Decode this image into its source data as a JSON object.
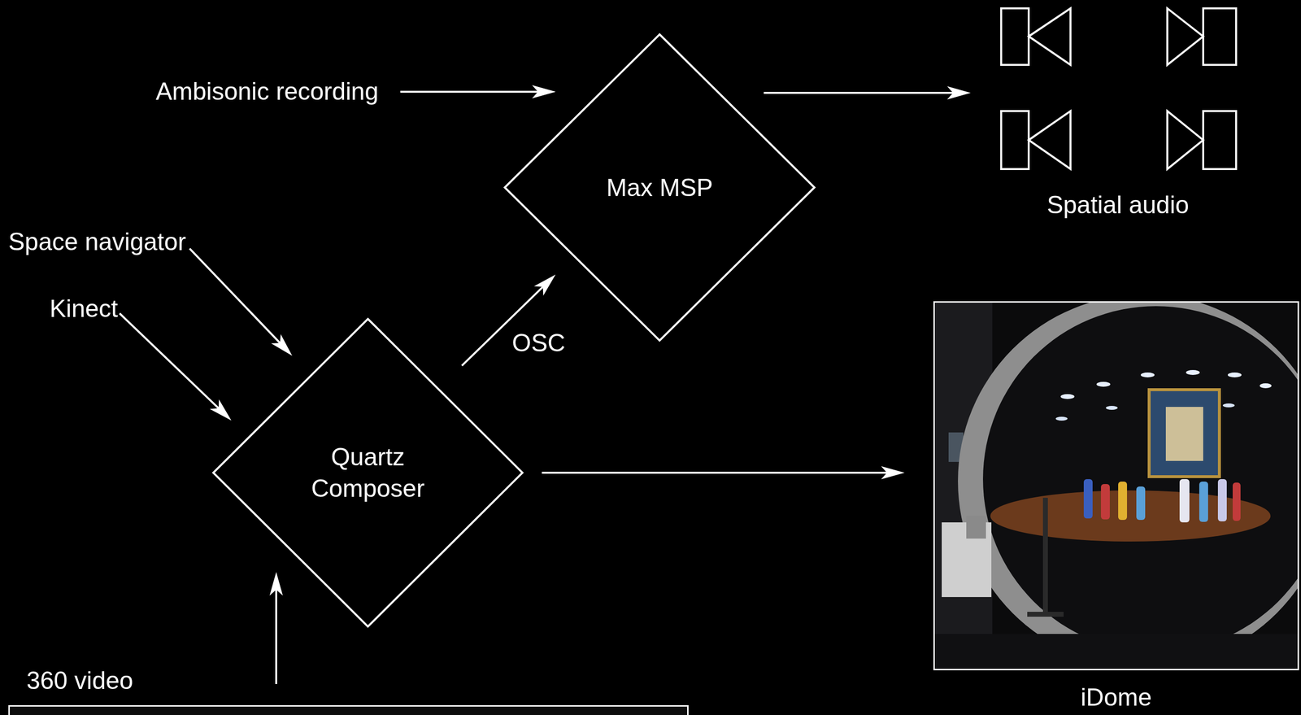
{
  "diagram": {
    "nodes": [
      {
        "text": [
          "Ambisonic recording"
        ]
      },
      {
        "text": [
          "Max MSP"
        ]
      },
      {
        "text": [
          "Spatial audio"
        ]
      },
      {
        "text": [
          "Space navigator"
        ]
      },
      {
        "text": [
          "Kinect"
        ]
      },
      {
        "text": [
          "Quartz Composer"
        ]
      },
      {
        "text": [
          "iDome"
        ]
      },
      {
        "text": [
          "360 video"
        ]
      }
    ],
    "edges": [
      {
        "from": 0,
        "to": 1,
        "arrow": "to"
      },
      {
        "from": 1,
        "to": 2,
        "arrow": "to"
      },
      {
        "from": 3,
        "to": 5,
        "arrow": "to"
      },
      {
        "from": 4,
        "to": 5,
        "arrow": "to"
      },
      {
        "from": 5,
        "to": 1,
        "label": "OSC",
        "arrow": "to"
      },
      {
        "from": 5,
        "to": 6,
        "arrow": "to"
      },
      {
        "from": 7,
        "to": 5,
        "arrow": "to"
      }
    ]
  }
}
